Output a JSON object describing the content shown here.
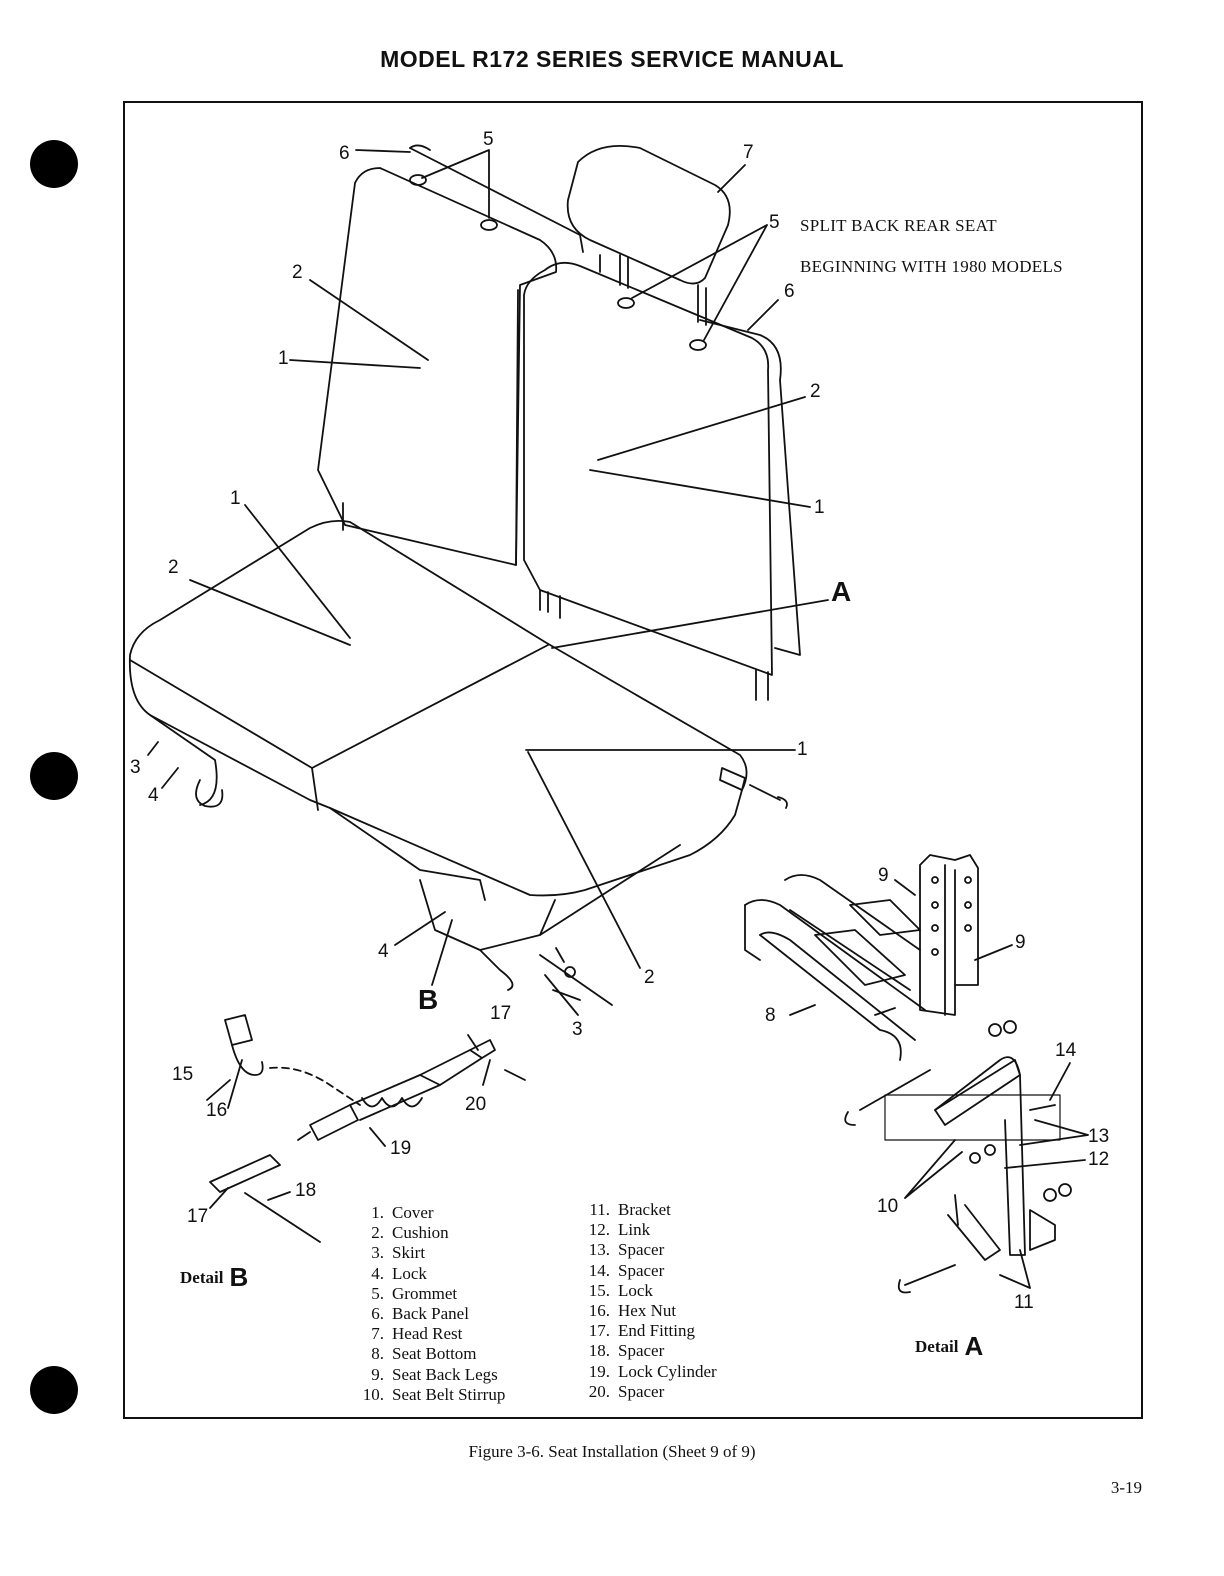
{
  "header": {
    "title": "MODEL R172 SERIES SERVICE MANUAL"
  },
  "figure_note": {
    "line1": "SPLIT BACK REAR SEAT",
    "line2": "BEGINNING WITH 1980 MODELS"
  },
  "callouts": {
    "c1": "1",
    "c2": "2",
    "c3": "3",
    "c4": "4",
    "c5": "5",
    "c6": "6",
    "c7": "7",
    "c8": "8",
    "c9": "9",
    "c10": "10",
    "c11": "11",
    "c12": "12",
    "c13": "13",
    "c14": "14",
    "c15": "15",
    "c16": "16",
    "c17": "17",
    "c18": "18",
    "c19": "19",
    "c20": "20",
    "A": "A",
    "B": "B"
  },
  "legend": {
    "left": [
      {
        "num": "1.",
        "name": "Cover"
      },
      {
        "num": "2.",
        "name": "Cushion"
      },
      {
        "num": "3.",
        "name": "Skirt"
      },
      {
        "num": "4.",
        "name": "Lock"
      },
      {
        "num": "5.",
        "name": "Grommet"
      },
      {
        "num": "6.",
        "name": "Back Panel"
      },
      {
        "num": "7.",
        "name": "Head Rest"
      },
      {
        "num": "8.",
        "name": "Seat Bottom"
      },
      {
        "num": "9.",
        "name": "Seat Back Legs"
      },
      {
        "num": "10.",
        "name": "Seat Belt Stirrup"
      }
    ],
    "right": [
      {
        "num": "11.",
        "name": "Bracket"
      },
      {
        "num": "12.",
        "name": "Link"
      },
      {
        "num": "13.",
        "name": "Spacer"
      },
      {
        "num": "14.",
        "name": "Spacer"
      },
      {
        "num": "15.",
        "name": "Lock"
      },
      {
        "num": "16.",
        "name": "Hex Nut"
      },
      {
        "num": "17.",
        "name": "End Fitting"
      },
      {
        "num": "18.",
        "name": "Spacer"
      },
      {
        "num": "19.",
        "name": "Lock Cylinder"
      },
      {
        "num": "20.",
        "name": "Spacer"
      }
    ]
  },
  "details": {
    "b_label": "Detail",
    "b_letter": "B",
    "a_label": "Detail",
    "a_letter": "A"
  },
  "caption": "Figure 3-6.  Seat Installation (Sheet 9 of 9)",
  "page_number": "3-19"
}
